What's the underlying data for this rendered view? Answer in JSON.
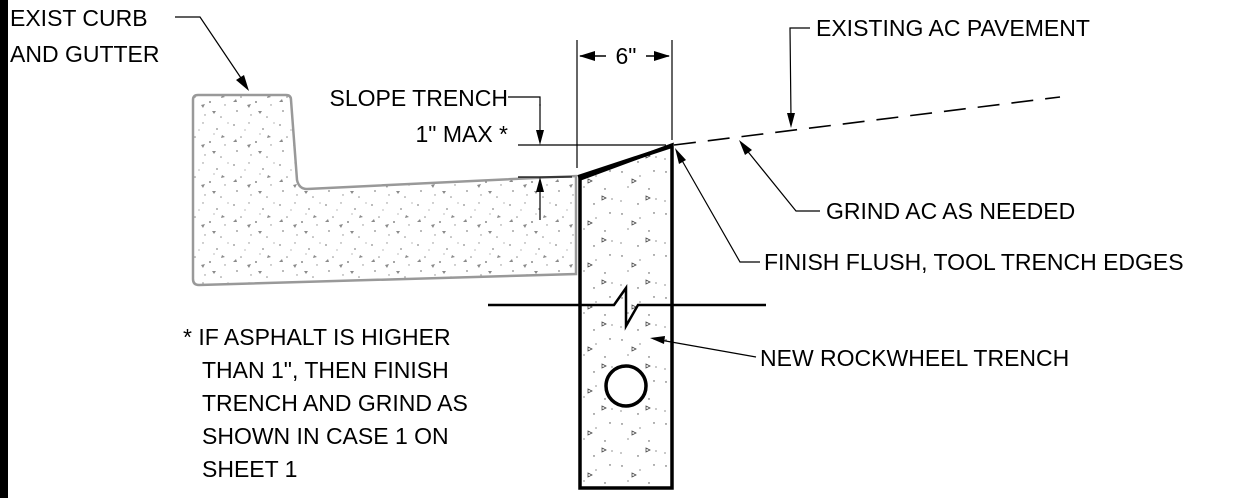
{
  "labels": {
    "curb_line1": "EXIST CURB",
    "curb_line2": "AND GUTTER",
    "existing_ac": "EXISTING AC PAVEMENT",
    "width_dim": "6\"",
    "slope_line1": "SLOPE TRENCH",
    "slope_line2": "1\" MAX *",
    "grind_ac": "GRIND AC AS NEEDED",
    "finish_flush": "FINISH FLUSH, TOOL TRENCH EDGES",
    "new_trench": "NEW ROCKWHEEL TRENCH"
  },
  "note": {
    "lines": [
      "* IF ASPHALT IS HIGHER",
      "THAN 1\", THEN FINISH",
      "TRENCH AND GRIND AS",
      "SHOWN IN CASE 1 ON",
      "SHEET 1"
    ]
  },
  "colors": {
    "line": "#000000",
    "concrete_outline": "#999999",
    "stipple": "#8a8a8a",
    "background": "#ffffff"
  }
}
